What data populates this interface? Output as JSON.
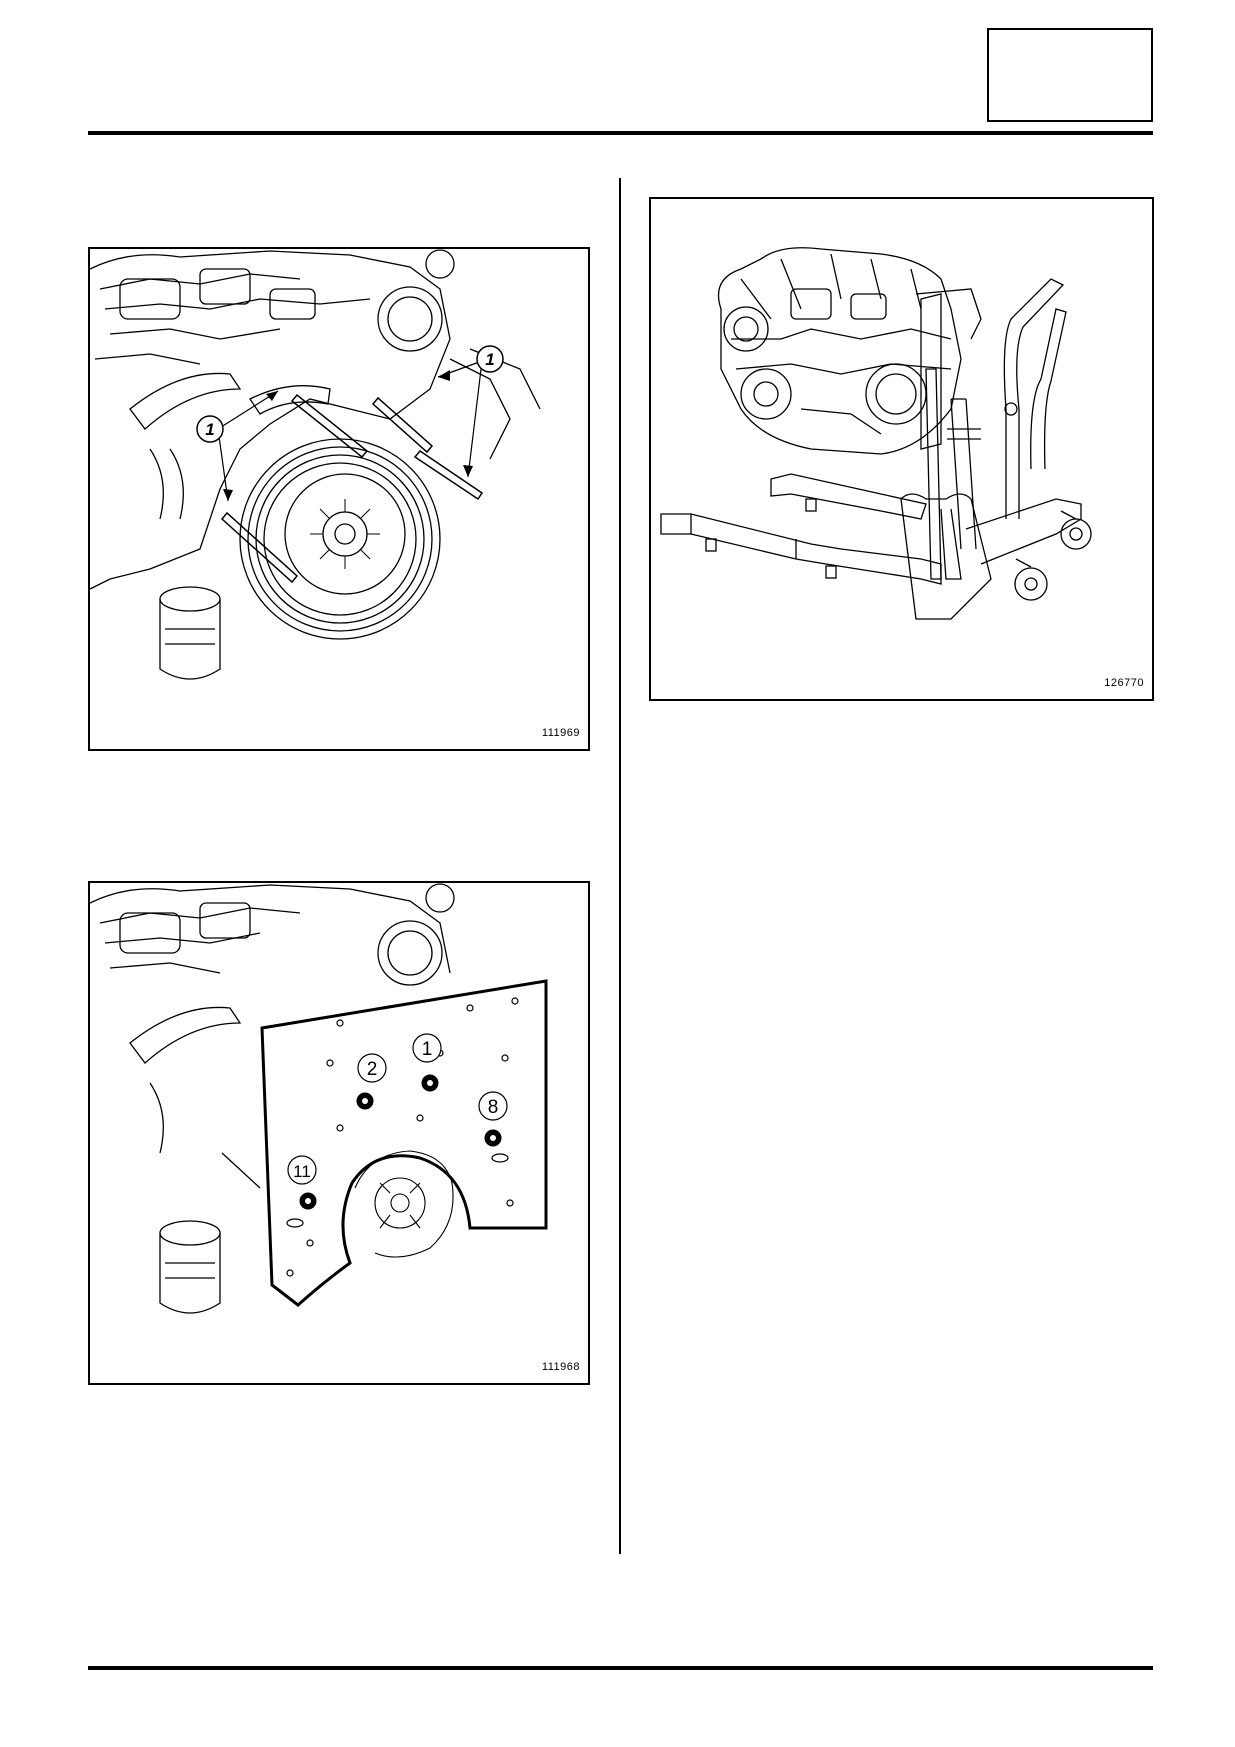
{
  "figures": {
    "fig1": {
      "ref": "111969",
      "callouts": [
        "1",
        "1"
      ]
    },
    "fig2": {
      "ref": "111968",
      "callouts": [
        "2",
        "1",
        "8",
        "11"
      ]
    },
    "fig3": {
      "ref": "126770"
    }
  }
}
